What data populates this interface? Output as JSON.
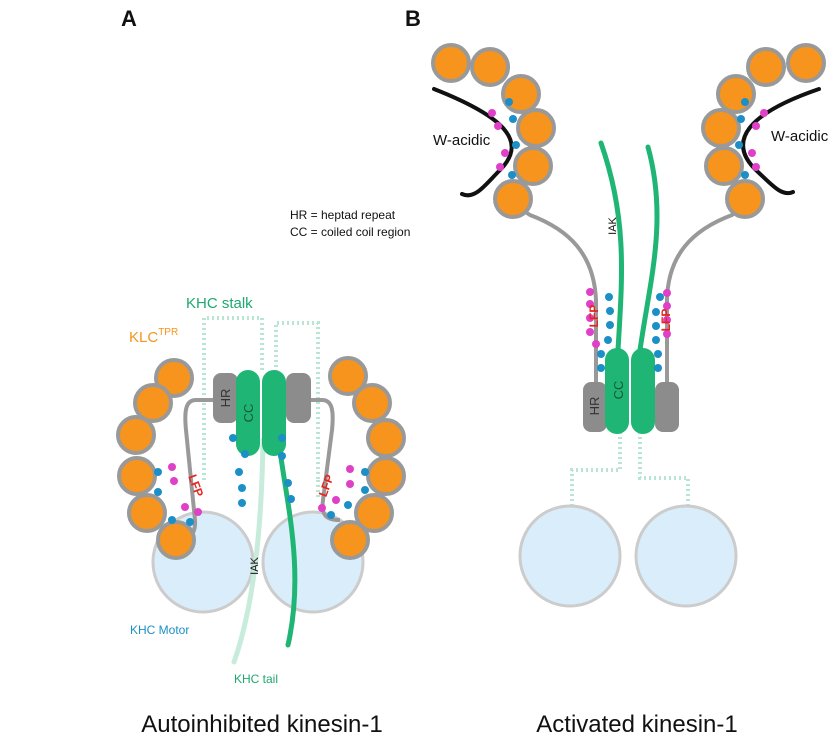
{
  "panels": {
    "a_letter": "A",
    "b_letter": "B"
  },
  "legend": {
    "line1": "HR = heptad repeat",
    "line2": "CC = coiled coil region"
  },
  "labels": {
    "klc_main": "KLC",
    "klc_sup": "TPR",
    "khc_stalk": "KHC stalk",
    "khc_motor": "KHC Motor",
    "khc_tail": "KHC tail",
    "hr": "HR",
    "cc": "CC",
    "lfp": "LFP",
    "iak": "IAK",
    "w_acidic": "W-acidic",
    "plus": "+",
    "minus": "−"
  },
  "captions": {
    "autoinhibited": "Autoinhibited kinesin-1",
    "activated": "Activated kinesin-1"
  },
  "colors": {
    "tpr_orange": "#f7941d",
    "tpr_ring": "#999999",
    "khc_green": "#1fb574",
    "khc_light": "#c8ecdc",
    "motor_blue": "#d9eefa",
    "motor_ring": "#cccccc",
    "hr_gray": "#8c8c8c",
    "plus_blue": "#1c8fc6",
    "minus_pink": "#e040c8",
    "lfp_red": "#e8231f"
  }
}
